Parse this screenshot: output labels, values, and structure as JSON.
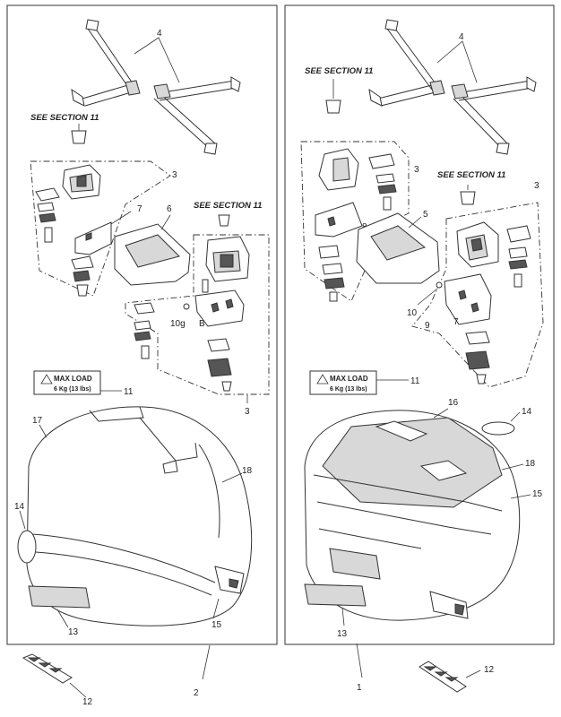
{
  "callouts": {
    "n1": "1",
    "n2": "2",
    "n3": "3",
    "n4": "4",
    "n5": "5",
    "n6": "6",
    "n7": "7",
    "n8": "8",
    "n9": "9",
    "n10": "10",
    "n11": "11",
    "n12": "12",
    "n13": "13",
    "n14": "14",
    "n15": "15",
    "n16": "16",
    "n17": "17",
    "n18": "18",
    "n10g": "10g",
    "nB": "B"
  },
  "see_section": "SEE SECTION 11",
  "max_load": {
    "title": "MAX LOAD",
    "value": "6 Kg (13 lbs)"
  }
}
